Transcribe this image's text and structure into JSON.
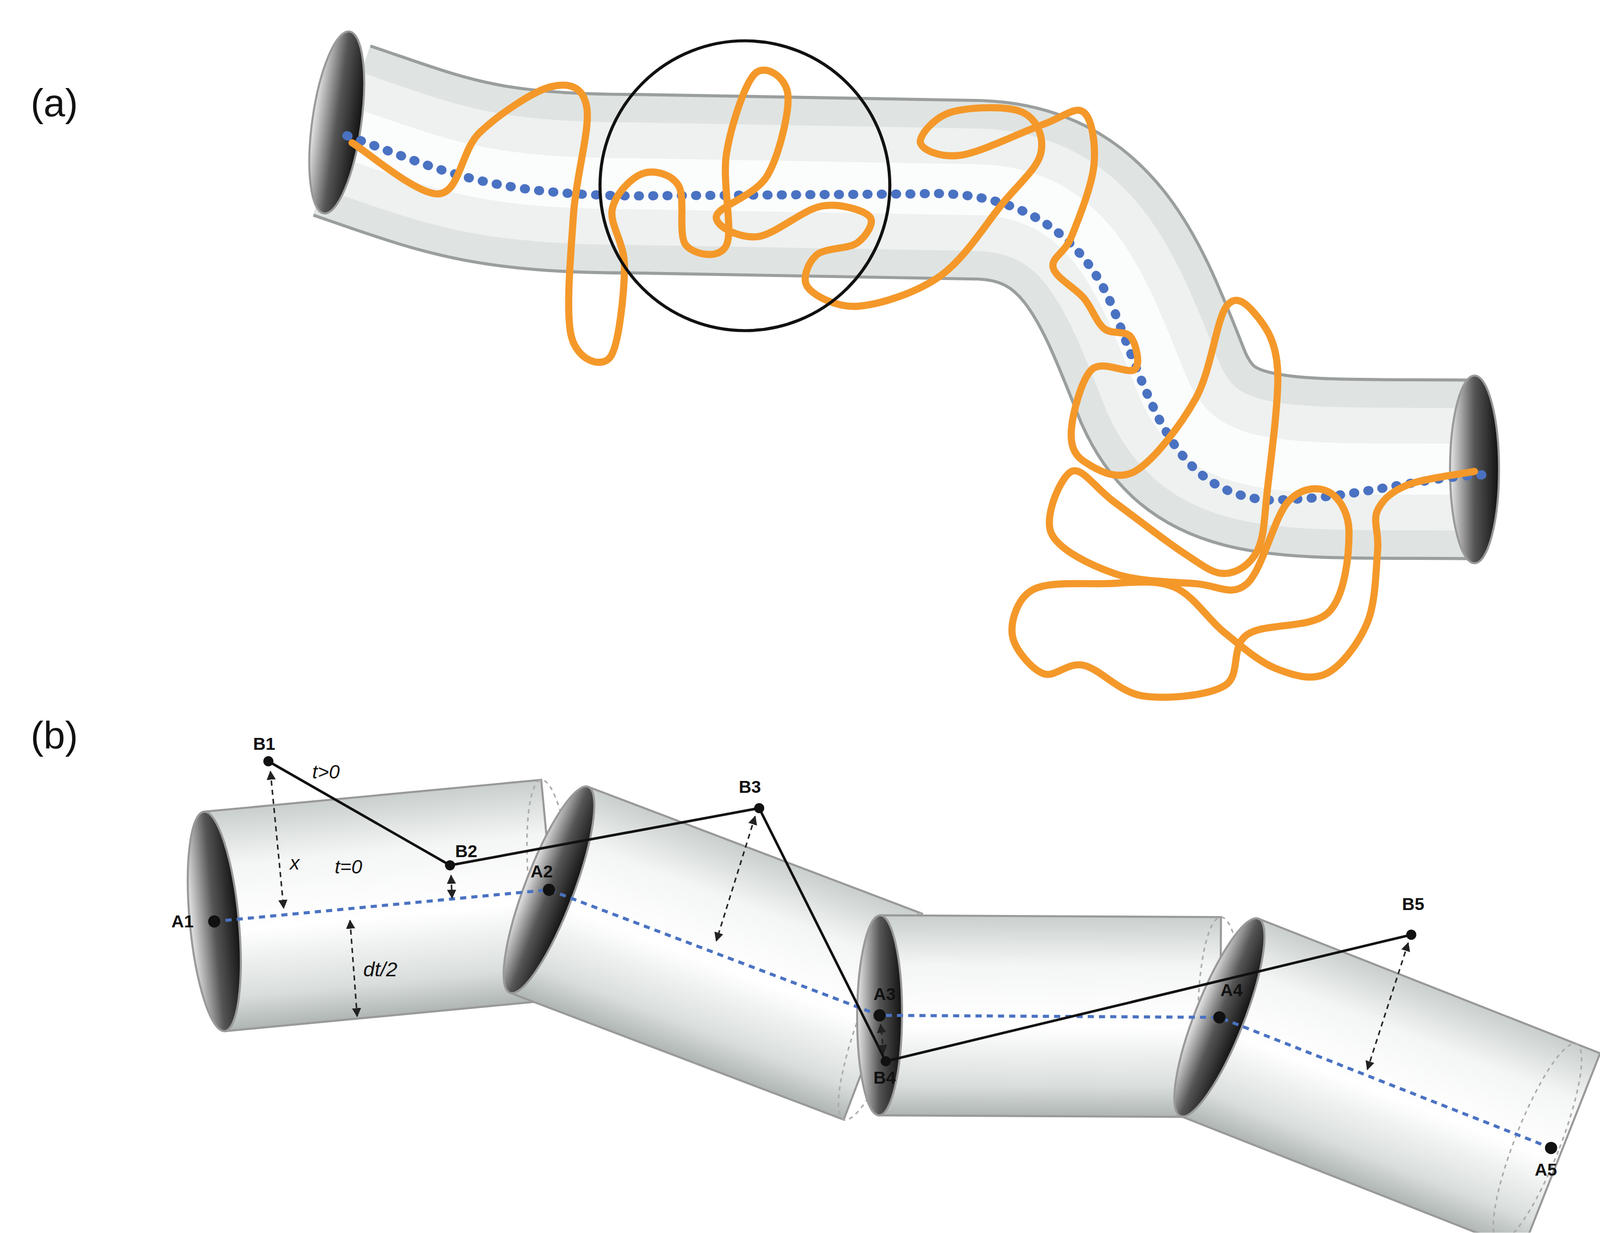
{
  "diagram": {
    "labels": [
      "(a)",
      "(b)",
      "B1",
      "t>0",
      "B2",
      "B3",
      "x",
      "A1",
      "t=0",
      "A2",
      "dt/2",
      "A3",
      "B4",
      "A4",
      "B5",
      "A5"
    ]
  }
}
